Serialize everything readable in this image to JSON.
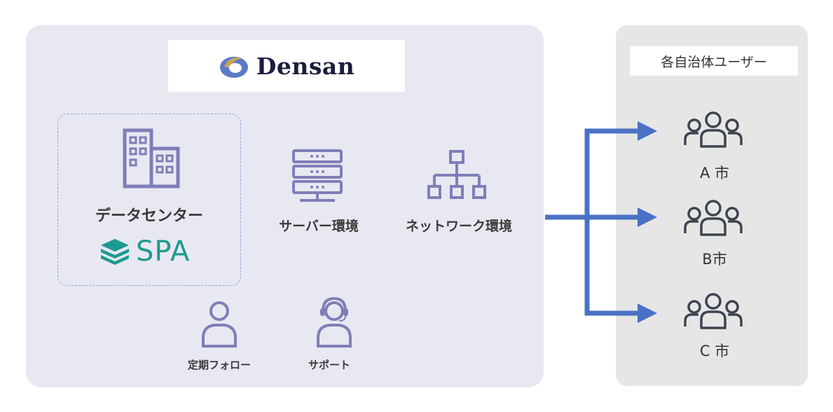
{
  "logo": {
    "name": "Densan",
    "colors": {
      "mark_blue": "#5b7bc4",
      "mark_gold": "#c9a15a"
    }
  },
  "datacenter": {
    "label": "データセンター",
    "brand": "SPA",
    "brand_color": "#1d9a8f"
  },
  "services": [
    {
      "label": "サーバー環境",
      "icon": "server-icon"
    },
    {
      "label": "ネットワーク環境",
      "icon": "network-icon"
    },
    {
      "label": "定期フォロー",
      "icon": "person-icon"
    },
    {
      "label": "サポート",
      "icon": "headset-person-icon"
    }
  ],
  "users": {
    "title": "各自治体ユーザー",
    "cities": [
      "A 市",
      "B市",
      "C 市"
    ]
  },
  "colors": {
    "left_panel": "#e8e8f2",
    "right_panel": "#e6e6e6",
    "icon_purple": "#7e7fb8",
    "arrow_blue": "#4a72c4",
    "user_icon": "#3d4450"
  }
}
